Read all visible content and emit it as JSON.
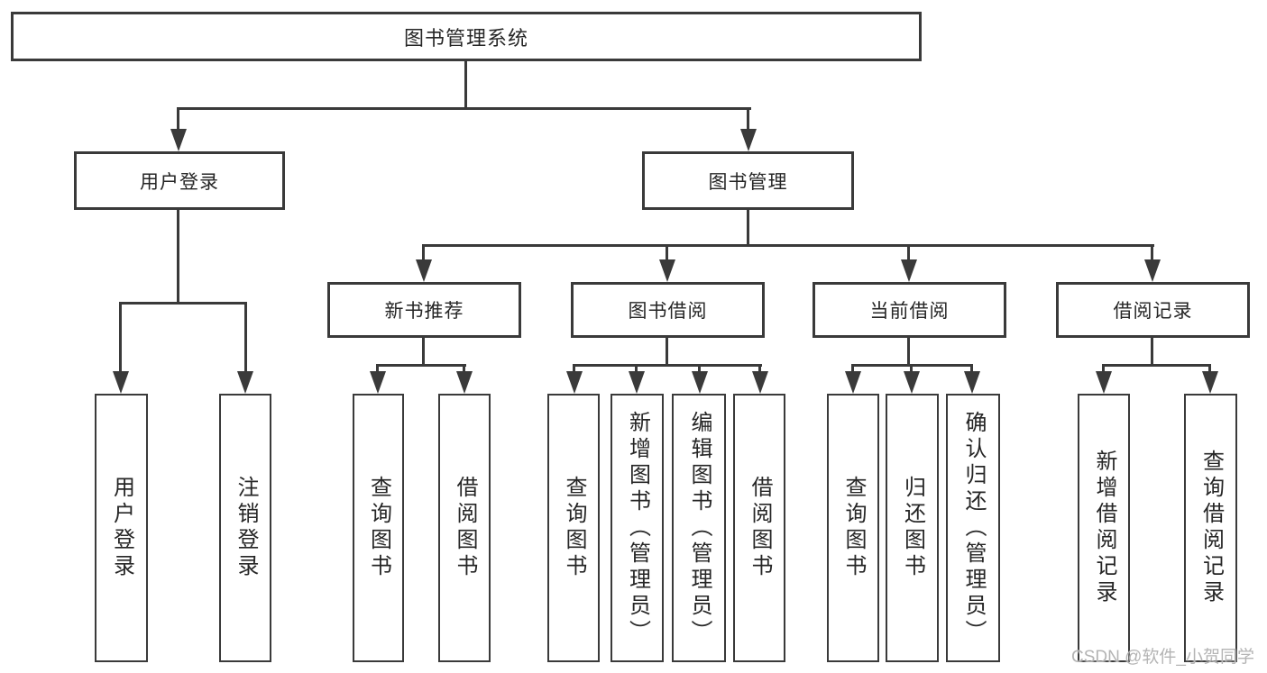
{
  "diagram": {
    "type": "tree",
    "root": {
      "label": "图书管理系统",
      "children": [
        {
          "label": "用户登录",
          "children": [
            {
              "label": "用户登录"
            },
            {
              "label": "注销登录"
            }
          ]
        },
        {
          "label": "图书管理",
          "children": [
            {
              "label": "新书推荐",
              "children": [
                {
                  "label": "查询图书"
                },
                {
                  "label": "借阅图书"
                }
              ]
            },
            {
              "label": "图书借阅",
              "children": [
                {
                  "label": "查询图书"
                },
                {
                  "label": "新增图书（管理员）"
                },
                {
                  "label": "编辑图书（管理员）"
                },
                {
                  "label": "借阅图书"
                }
              ]
            },
            {
              "label": "当前借阅",
              "children": [
                {
                  "label": "查询图书"
                },
                {
                  "label": "归还图书"
                },
                {
                  "label": "确认归还（管理员）"
                }
              ]
            },
            {
              "label": "借阅记录",
              "children": [
                {
                  "label": "新增借阅记录"
                },
                {
                  "label": "查询借阅记录"
                }
              ]
            }
          ]
        }
      ]
    }
  },
  "watermark": "CSDN @软件_小贺同学",
  "colors": {
    "line": "#3a3a3a",
    "box_border": "#3a3a3a",
    "box_fill": "#ffffff",
    "text": "#262626",
    "watermark": "#b4b4b4",
    "background": "#ffffff"
  }
}
